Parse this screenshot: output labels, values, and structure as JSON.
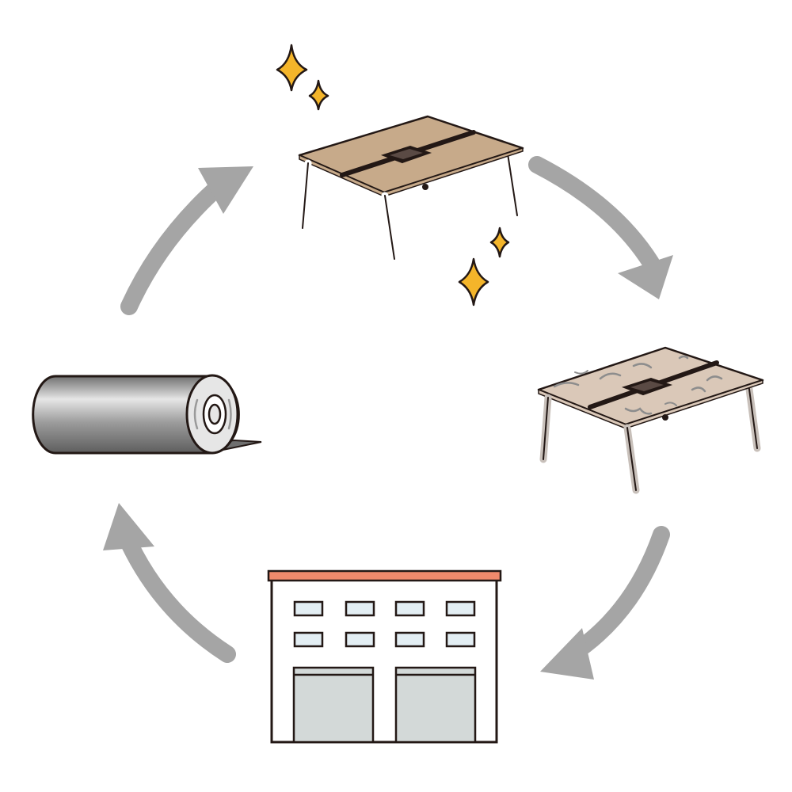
{
  "diagram": {
    "type": "cycle",
    "nodes": [
      {
        "id": "new-table",
        "icon": "clean-table-icon",
        "decoration": "sparkle-icon"
      },
      {
        "id": "used-table",
        "icon": "worn-table-icon"
      },
      {
        "id": "factory",
        "icon": "factory-icon"
      },
      {
        "id": "material-roll",
        "icon": "sheet-roll-icon"
      }
    ],
    "edges": [
      {
        "from": "new-table",
        "to": "used-table"
      },
      {
        "from": "used-table",
        "to": "factory"
      },
      {
        "from": "factory",
        "to": "material-roll"
      },
      {
        "from": "material-roll",
        "to": "new-table"
      }
    ]
  },
  "colors": {
    "arrow": "#a5a5a5",
    "outline": "#231815",
    "table_top_clean": "#c7aa8a",
    "table_top_worn": "#dac8b8",
    "sparkle": "#f4b52a",
    "factory_roof": "#f08a6c",
    "factory_window": "#e3eef3",
    "factory_door": "#d3d9d8",
    "roll_light": "#e6e6e6",
    "roll_dark": "#6f6f6f",
    "leg": "#ffffff",
    "leg_worn": "#c8c0ba"
  }
}
